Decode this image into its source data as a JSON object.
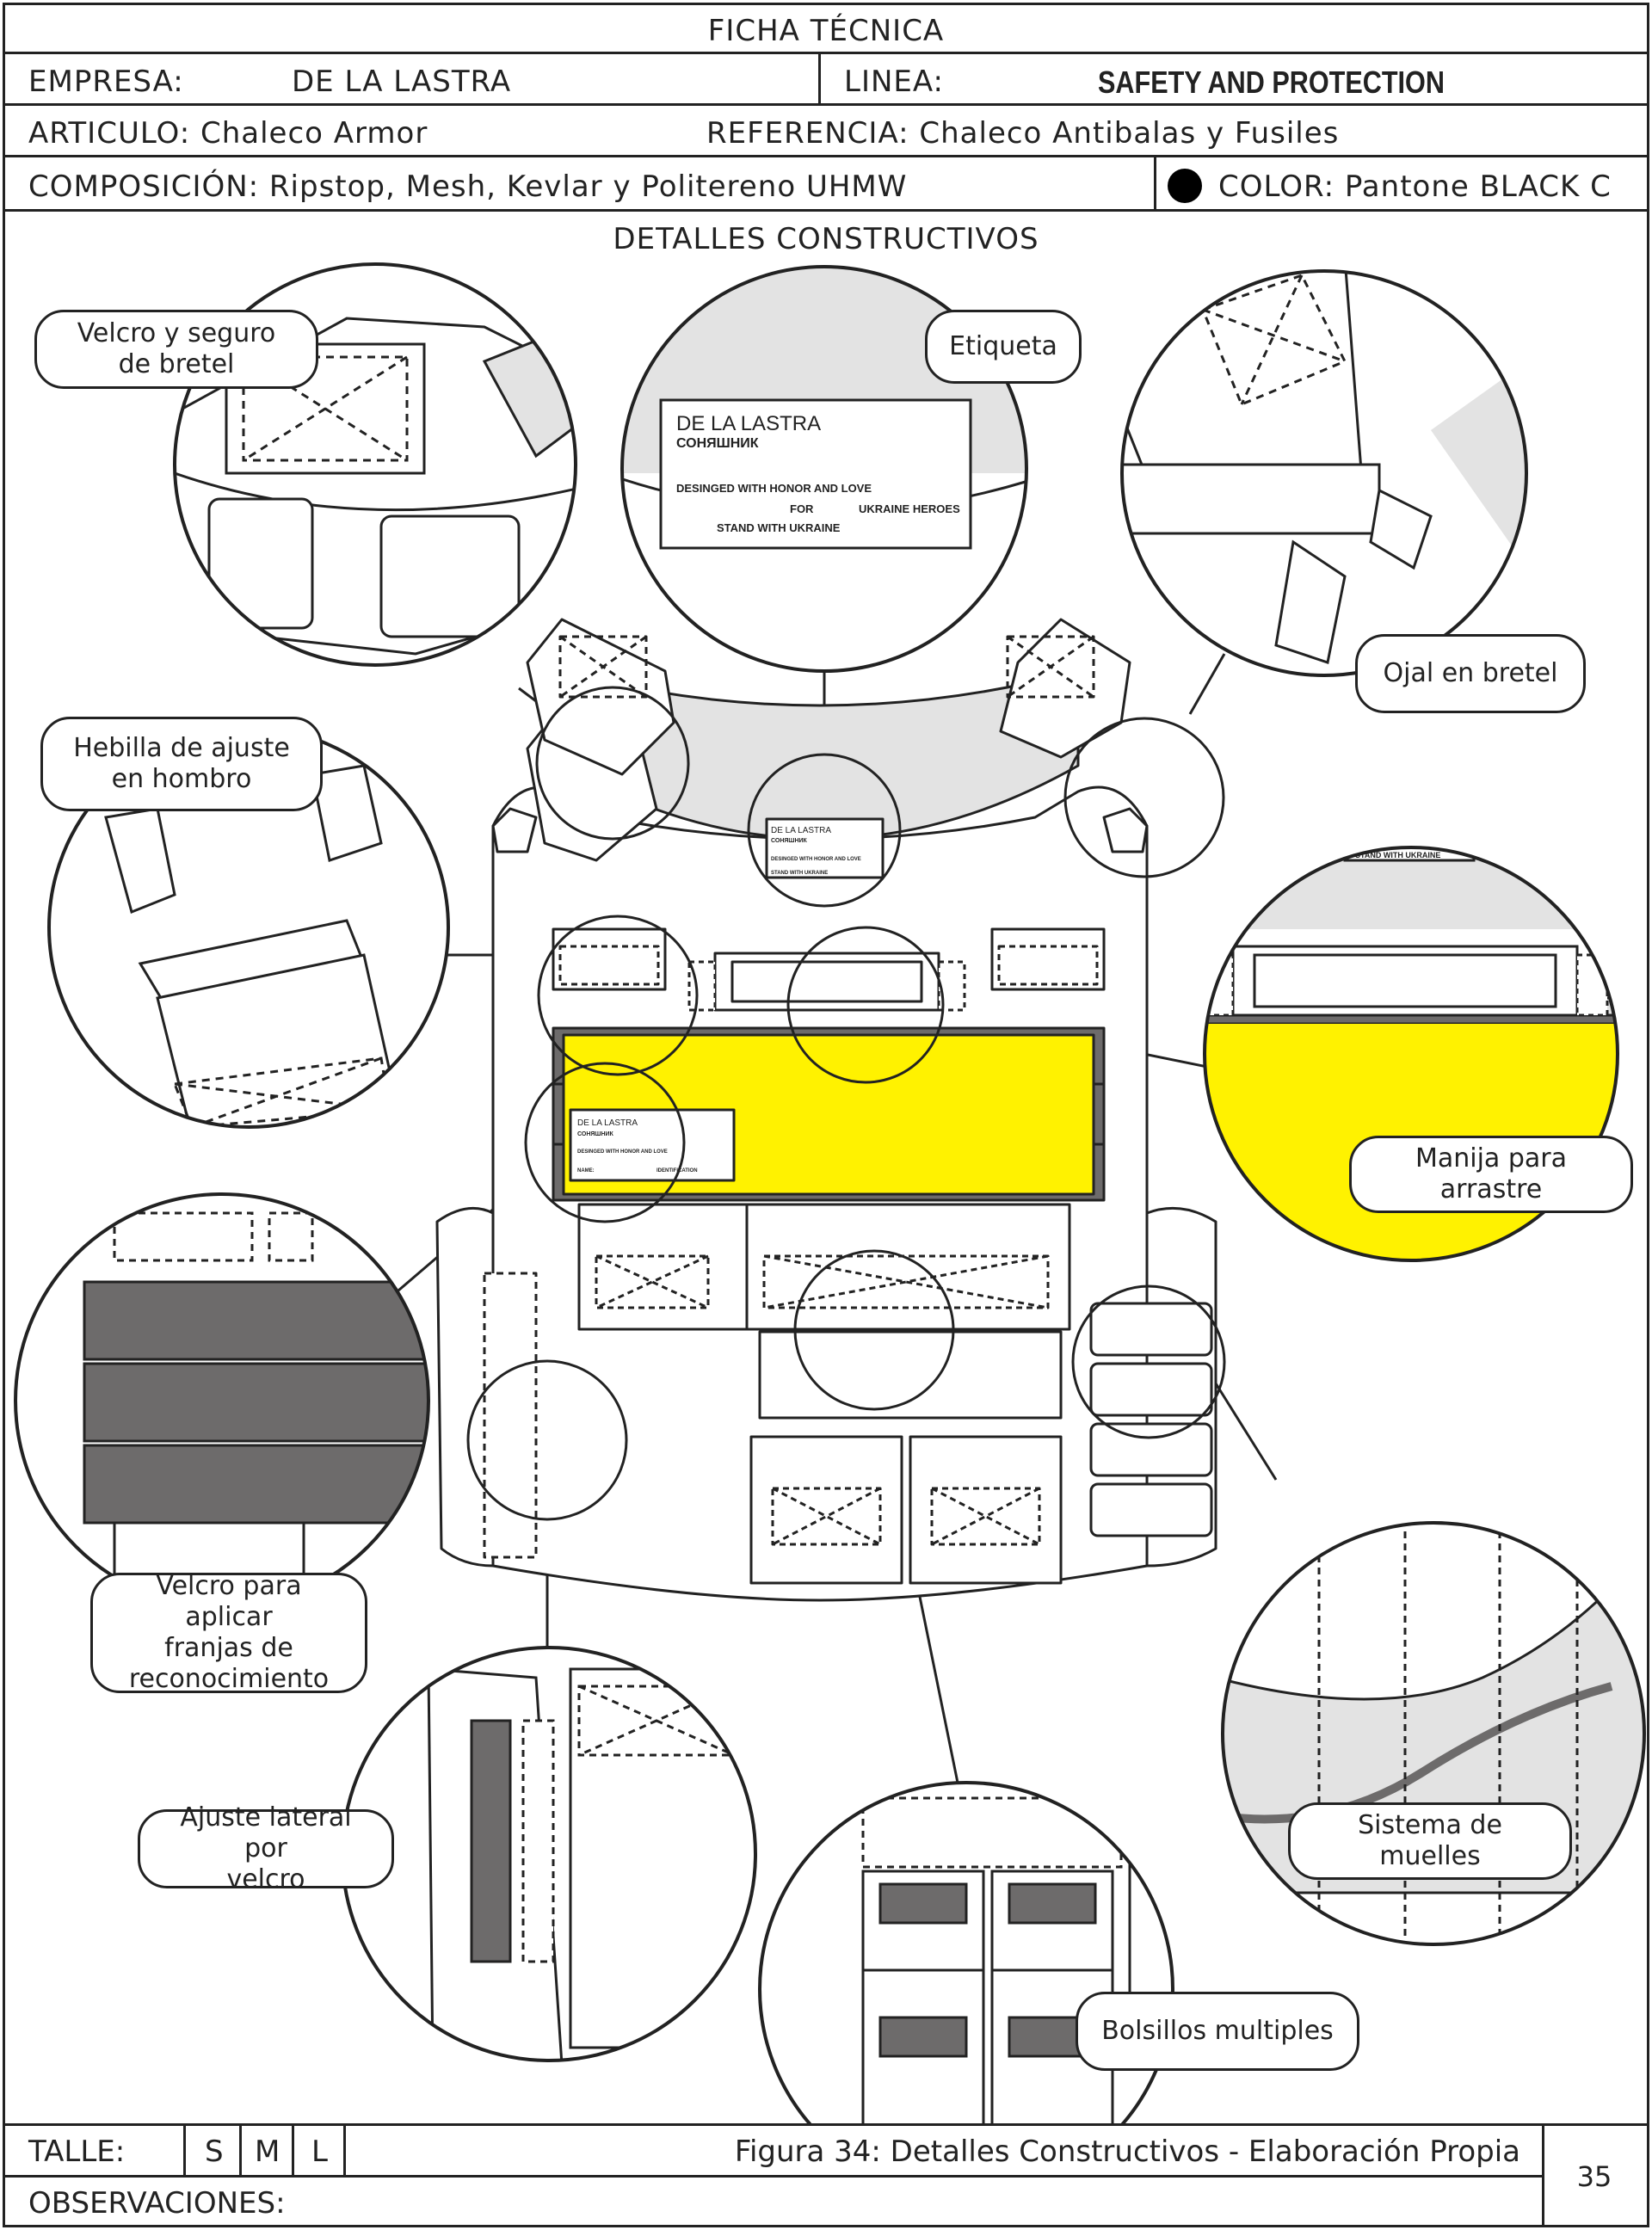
{
  "header": {
    "title": "FICHA TÉCNICA",
    "empresa_label": "EMPRESA:",
    "empresa_value": "DE LA LASTRA",
    "linea_label": "LINEA:",
    "linea_value": "SAFETY AND PROTECTION",
    "articulo": "ARTICULO: Chaleco Armor",
    "referencia": "REFERENCIA: Chaleco Antibalas y Fusiles",
    "composicion": "COMPOSICIÓN: Ripstop, Mesh, Kevlar y Politereno UHMW",
    "color": "COLOR: Pantone BLACK C",
    "section": "DETALLES CONSTRUCTIVOS"
  },
  "callouts": {
    "velcro_bretel": [
      "Velcro y seguro",
      "de bretel"
    ],
    "etiqueta": "Etiqueta",
    "ojal": "Ojal en bretel",
    "hebilla": [
      "Hebilla de ajuste",
      "en hombro"
    ],
    "manija": "Manija para arrastre",
    "velcro_franjas": [
      "Velcro para aplicar",
      "franjas de",
      "reconocimiento"
    ],
    "ajuste_lateral": [
      "Ajuste lateral por",
      "velcro"
    ],
    "muelles": "Sistema de muelles",
    "bolsillos": "Bolsillos multiples"
  },
  "label_tag": {
    "brand": "DE LA LASTRA",
    "brand_sub": "СОНЯШНИК",
    "line1": "DESINGED WITH HONOR AND LOVE",
    "line2_for": "FOR",
    "line2_rest": "UKRAINE HEROES",
    "line3": "STAND WITH UKRAINE",
    "name_label": "NAME:",
    "ident_label": "IDENTIFICATION"
  },
  "footer": {
    "talle_label": "TALLE:",
    "sizes": [
      "S",
      "M",
      "L"
    ],
    "figure_caption": "Figura 34: Detalles Constructivos - Elaboración Propia",
    "observaciones": "OBSERVACIONES:",
    "page_number": "35"
  },
  "colors": {
    "ink": "#222222",
    "panel_yellow": "#fff200",
    "strip_gray": "#6d6b6b",
    "light_gray": "#e3e3e3",
    "swatch_black": "#000000"
  }
}
